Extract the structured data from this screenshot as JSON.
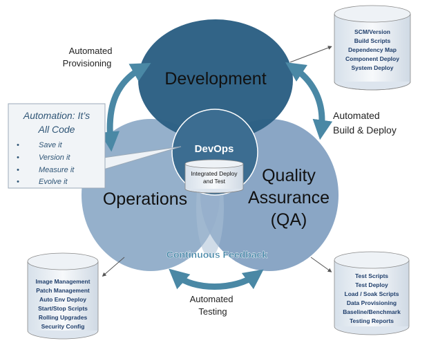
{
  "circles": {
    "development": "Development",
    "operations": "Operations",
    "qa_lines": [
      "Quality",
      "Assurance",
      "(QA)"
    ],
    "devops": "DevOps",
    "integrated_lines": [
      "Integrated Deploy",
      "and Test"
    ],
    "continuous_feedback": "Continuous Feedback"
  },
  "arrows": {
    "provisioning_lines": [
      "Automated",
      "Provisioning"
    ],
    "build_deploy_lines": [
      "Automated",
      "Build & Deploy"
    ],
    "testing_lines": [
      "Automated",
      "Testing"
    ]
  },
  "callout": {
    "title_lines": [
      "Automation: It’s",
      "All Code"
    ],
    "bullets": [
      "Save it",
      "Version it",
      "Measure it",
      "Evolve it"
    ]
  },
  "dbs": {
    "dev": [
      "SCM/Version",
      "Build Scripts",
      "Dependency Map",
      "Component Deploy",
      "System Deploy"
    ],
    "ops": [
      "Image Management",
      "Patch Management",
      "Auto Env Deploy",
      "Start/Stop Scripts",
      "Rolling Upgrades",
      "Security Config"
    ],
    "qa": [
      "Test Scripts",
      "Test Deploy",
      "Load / Soak Scripts",
      "Data Provisioning",
      "Baseline/Benchmark",
      "Testing Reports"
    ]
  },
  "colors": {
    "dev_fill": "#2b5f83",
    "ops_fill": "#8facc8",
    "qa_fill": "#7d9cbf",
    "devops_fill": "#3c6d91",
    "arrow": "#4a88a5",
    "feedback_text": "#3a7fa1"
  }
}
